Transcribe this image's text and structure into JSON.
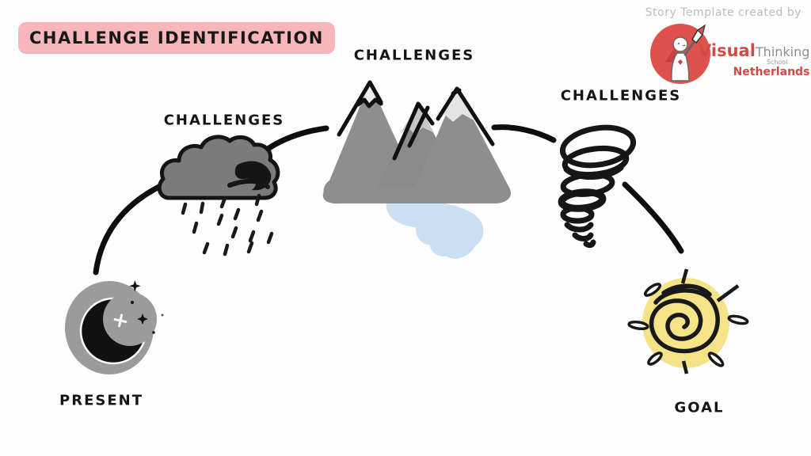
{
  "title": {
    "text": "CHALLENGE IDENTIFICATION"
  },
  "credit": {
    "text": "Story Template created by"
  },
  "logo": {
    "word1": "Visual",
    "word2": "Thinking",
    "word3": "School",
    "word4": "Netherlands",
    "mark": "caped-figure-with-pencil-in-red-circle"
  },
  "nodes": [
    {
      "id": "present",
      "label": "PRESENT",
      "icon": "moon-icon"
    },
    {
      "id": "challenge1",
      "label": "CHALLENGES",
      "icon": "rain-cloud-icon"
    },
    {
      "id": "challenge2",
      "label": "CHALLENGES",
      "icon": "mountains-river-icon"
    },
    {
      "id": "challenge3",
      "label": "CHALLENGES",
      "icon": "tornado-icon"
    },
    {
      "id": "goal",
      "label": "GOAL",
      "icon": "sun-icon"
    }
  ],
  "colors": {
    "title_bg": "#f6b6ba",
    "ink": "#141414",
    "credit_gray": "#bdbdbd",
    "logo_red": "#cf4b45",
    "logo_circle_red": "#e0514b",
    "moon_gray": "#9b9b9b",
    "cloud_gray": "#7b7b7b",
    "mountain_gray": "#8e8e8e",
    "snow_light": "#ededed",
    "snow_mid": "#c6c6c6",
    "river_blue": "#cadff2",
    "sun_yellow": "#f5e387"
  }
}
